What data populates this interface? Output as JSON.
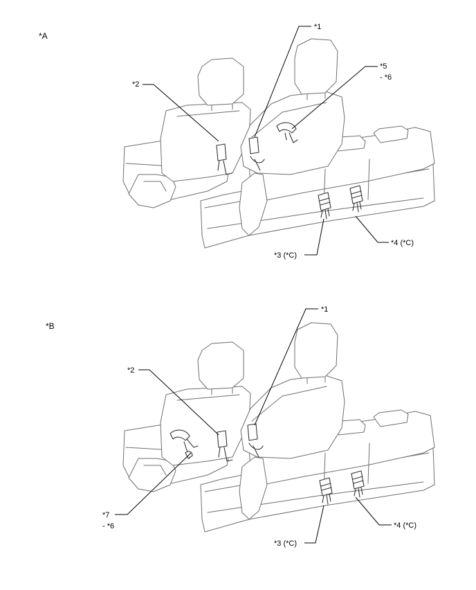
{
  "diagram": {
    "colors": {
      "line": "#6e6e6e",
      "leader": "#000000",
      "background": "#ffffff"
    },
    "panel_a": {
      "view_label": "*A",
      "callouts": {
        "c1": "*1",
        "c2": "*2",
        "c5_line1": "*5",
        "c5_line2": "- *6",
        "c3": "*3 (*C)",
        "c4": "*4 (*C)"
      }
    },
    "panel_b": {
      "view_label": "*B",
      "callouts": {
        "c1": "*1",
        "c2": "*2",
        "c7_line1": "*7",
        "c7_line2": "- *6",
        "c3": "*3 (*C)",
        "c4": "*4 (*C)"
      }
    }
  }
}
